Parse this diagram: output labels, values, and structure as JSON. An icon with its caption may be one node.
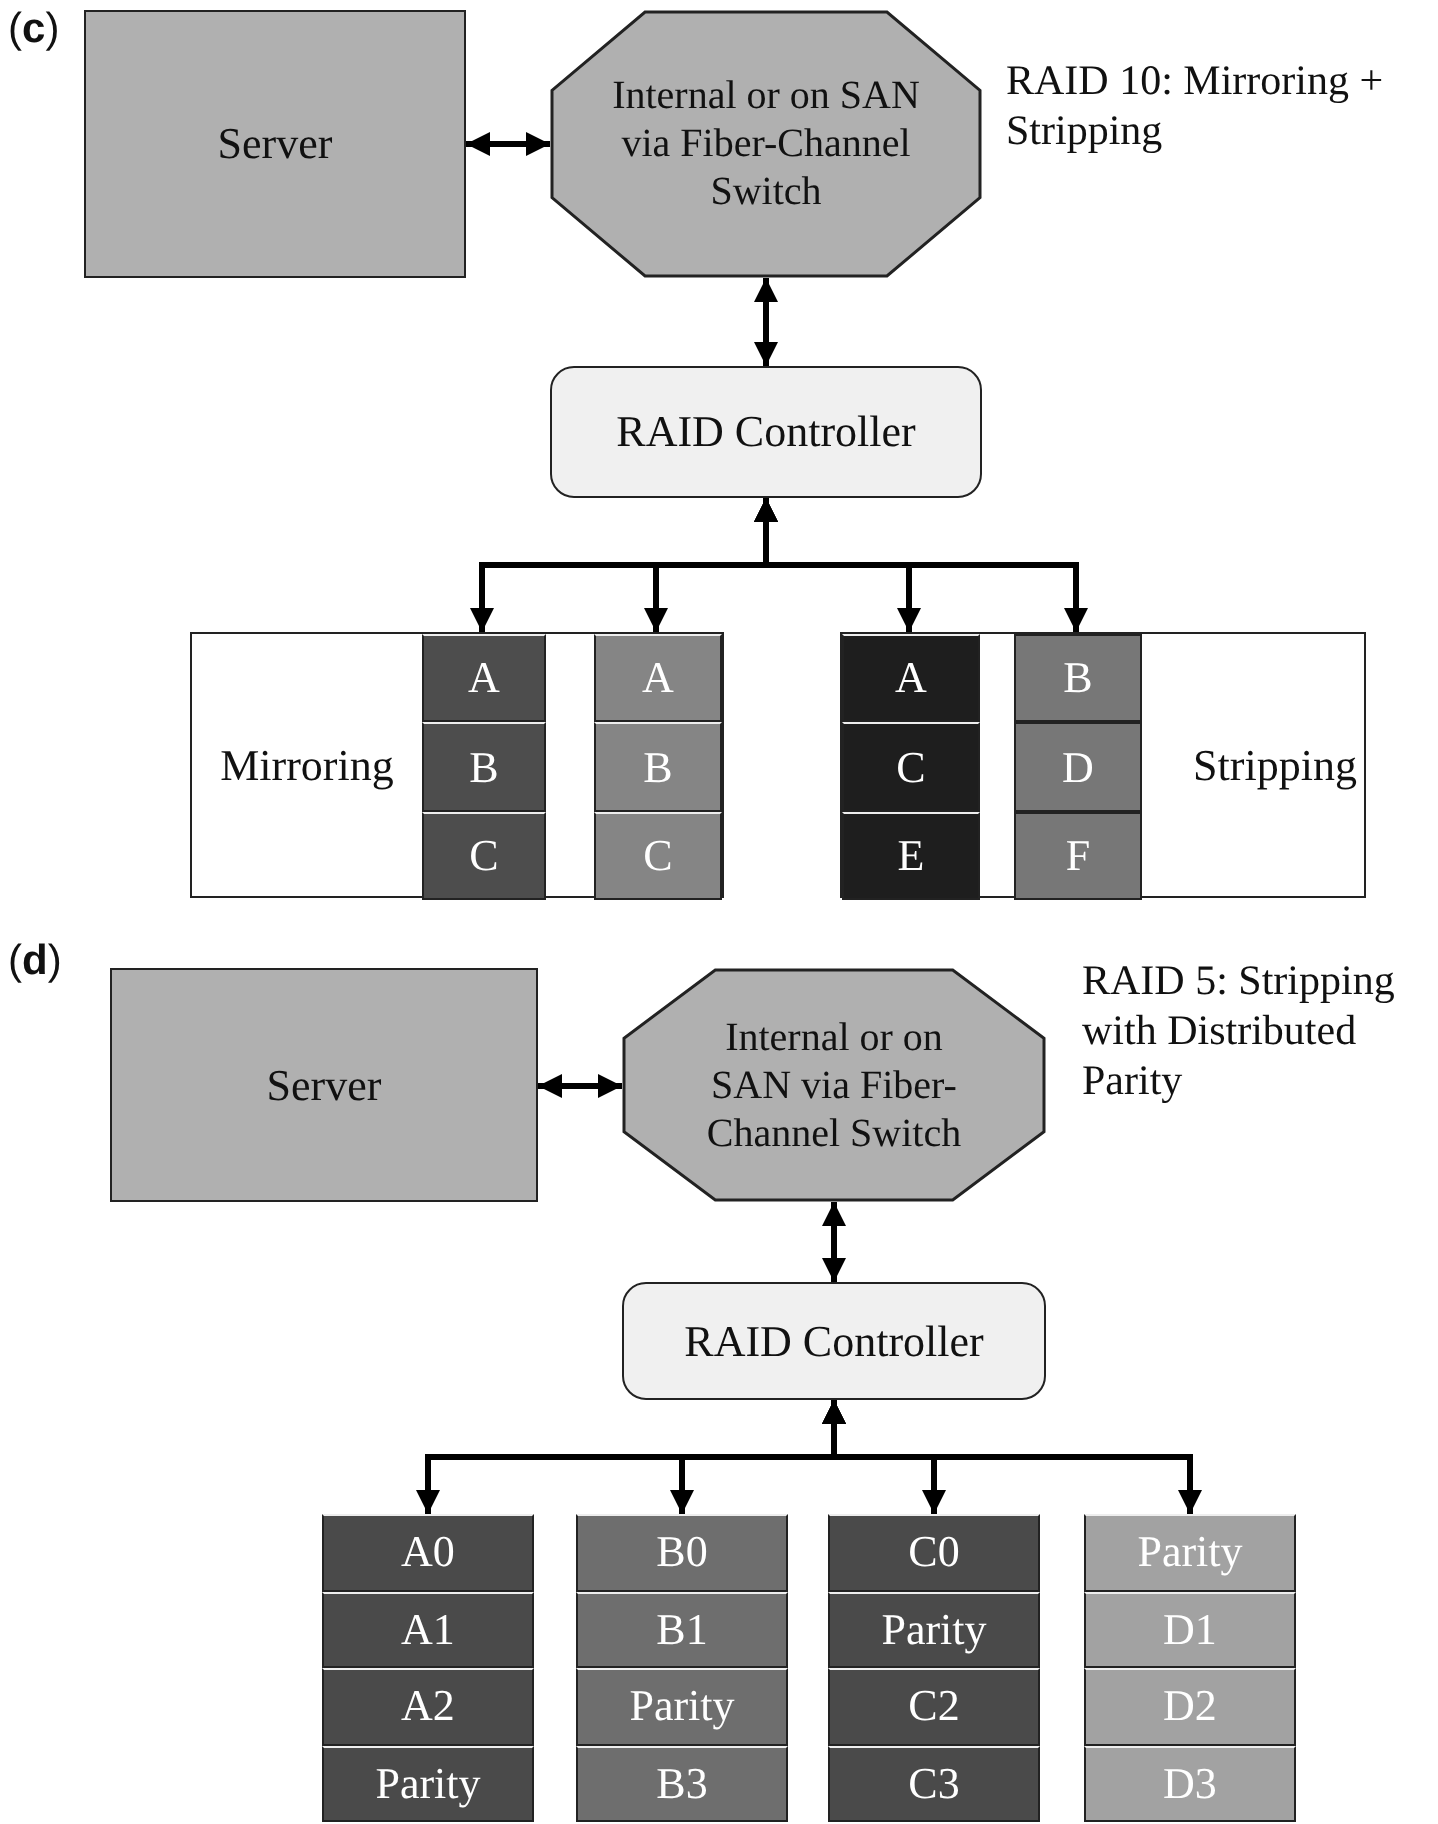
{
  "diagram": {
    "nodes": [
      {
        "text": [
          "Server"
        ]
      },
      {
        "text": [
          "Internal or on SAN via Fiber-Channel Switch"
        ]
      },
      {
        "text": [
          "RAID Controller"
        ]
      },
      {
        "text": [
          "Mirroring"
        ]
      },
      {
        "text": [
          "A"
        ],
        "in": 3
      },
      {
        "text": [
          "B"
        ],
        "in": 3
      },
      {
        "text": [
          "C"
        ],
        "in": 3
      },
      {
        "text": [
          "A"
        ],
        "in": 3
      },
      {
        "text": [
          "B"
        ],
        "in": 3
      },
      {
        "text": [
          "C"
        ],
        "in": 3
      },
      {
        "text": [
          "Stripping"
        ]
      },
      {
        "text": [
          "A"
        ],
        "in": 10
      },
      {
        "text": [
          "C"
        ],
        "in": 10
      },
      {
        "text": [
          "E"
        ],
        "in": 10
      },
      {
        "text": [
          "B"
        ],
        "in": 10
      },
      {
        "text": [
          "D"
        ],
        "in": 10
      },
      {
        "text": [
          "F"
        ],
        "in": 10
      },
      {
        "text": [
          "Server"
        ]
      },
      {
        "text": [
          "Internal or on SAN via Fiber-Channel Switch"
        ]
      },
      {
        "text": [
          "RAID Controller"
        ]
      },
      {
        "text": [
          "A0"
        ]
      },
      {
        "text": [
          "A1"
        ]
      },
      {
        "text": [
          "A2"
        ]
      },
      {
        "text": [
          "Parity"
        ]
      },
      {
        "text": [
          "B0"
        ]
      },
      {
        "text": [
          "B1"
        ]
      },
      {
        "text": [
          "Parity"
        ]
      },
      {
        "text": [
          "B3"
        ]
      },
      {
        "text": [
          "C0"
        ]
      },
      {
        "text": [
          "Parity"
        ]
      },
      {
        "text": [
          "C2"
        ]
      },
      {
        "text": [
          "C3"
        ]
      },
      {
        "text": [
          "Parity"
        ]
      },
      {
        "text": [
          "D1"
        ]
      },
      {
        "text": [
          "D2"
        ]
      },
      {
        "text": [
          "D3"
        ]
      }
    ],
    "edges": [
      {
        "from": 0,
        "to": 1,
        "arrow": "both"
      },
      {
        "from": 1,
        "to": 2,
        "arrow": "both"
      },
      {
        "from": 2,
        "to": 4,
        "arrow": "both"
      },
      {
        "from": 2,
        "to": 7,
        "arrow": "both"
      },
      {
        "from": 2,
        "to": 11,
        "arrow": "both"
      },
      {
        "from": 2,
        "to": 14,
        "arrow": "both"
      },
      {
        "from": 17,
        "to": 18,
        "arrow": "both"
      },
      {
        "from": 18,
        "to": 19,
        "arrow": "both"
      },
      {
        "from": 19,
        "to": 20,
        "arrow": "both"
      },
      {
        "from": 19,
        "to": 24,
        "arrow": "both"
      },
      {
        "from": 19,
        "to": 28,
        "arrow": "both"
      },
      {
        "from": 19,
        "to": 32,
        "arrow": "both"
      }
    ],
    "labels": [
      "(**c**)",
      "RAID 10: Mirroring + Stripping",
      "(**d**)",
      "RAID 5: Stripping with Distributed Parity"
    ]
  }
}
